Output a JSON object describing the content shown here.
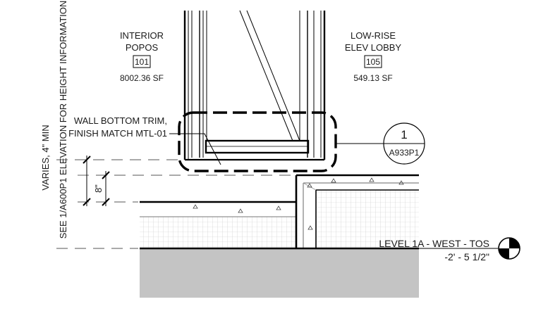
{
  "rooms": [
    {
      "name_line1": "INTERIOR",
      "name_line2": "POPOS",
      "number": "101",
      "area": "8002.36 SF"
    },
    {
      "name_line1": "LOW-RISE",
      "name_line2": "ELEV LOBBY",
      "number": "105",
      "area": "549.13 SF"
    }
  ],
  "note_trim": {
    "line1": "WALL BOTTOM TRIM,",
    "line2": "FINISH MATCH MTL-01"
  },
  "detail_callout": {
    "number": "1",
    "sheet": "A933P1"
  },
  "vertical_note": {
    "line1": "VARIES, 4\" MIN",
    "line2": "SEE 1/A600P1 ELEVATION FOR HEIGHT INFORMATION"
  },
  "dimension": {
    "value": "8\""
  },
  "level": {
    "name": "LEVEL 1A - WEST - TOS",
    "elevation": "-2' - 5 1/2\""
  }
}
